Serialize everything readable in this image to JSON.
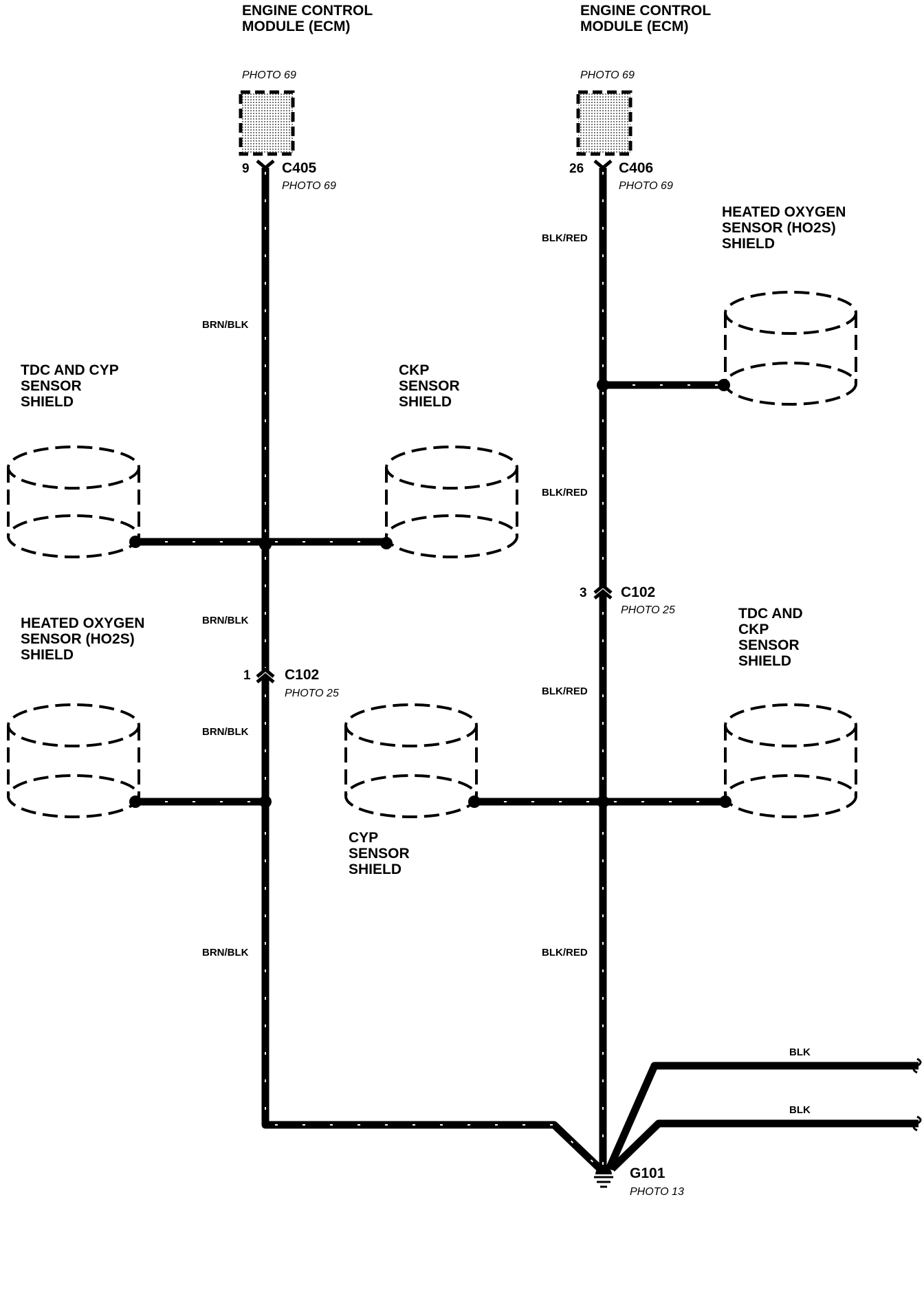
{
  "left_ecm": {
    "title_line1": "ENGINE CONTROL",
    "title_line2": "MODULE (ECM)",
    "photo": "PHOTO 69",
    "pin": "9",
    "connector": "C405",
    "connector_photo": "PHOTO 69"
  },
  "right_ecm": {
    "title_line1": "ENGINE CONTROL",
    "title_line2": "MODULE (ECM)",
    "photo": "PHOTO 69",
    "pin": "26",
    "connector": "C406",
    "connector_photo": "PHOTO 69"
  },
  "left_wire_labels": [
    "BRN/BLK",
    "BRN/BLK",
    "BRN/BLK",
    "BRN/BLK"
  ],
  "right_wire_labels": [
    "BLK/RED",
    "BLK/RED",
    "BLK/RED",
    "BLK/RED"
  ],
  "left_c102": {
    "pin": "1",
    "connector": "C102",
    "photo": "PHOTO 25"
  },
  "right_c102": {
    "pin": "3",
    "connector": "C102",
    "photo": "PHOTO 25"
  },
  "shields": {
    "tdc_cyp": [
      "TDC AND CYP",
      "SENSOR",
      "SHIELD"
    ],
    "ckp": [
      "CKP",
      "SENSOR",
      "SHIELD"
    ],
    "ho2s_left": [
      "HEATED OXYGEN",
      "SENSOR (HO2S)",
      "SHIELD"
    ],
    "ho2s_right": [
      "HEATED OXYGEN",
      "SENSOR (HO2S)",
      "SHIELD"
    ],
    "cyp": [
      "CYP",
      "SENSOR",
      "SHIELD"
    ],
    "tdc_ckp": [
      "TDC AND",
      "CKP",
      "SENSOR",
      "SHIELD"
    ]
  },
  "ground": {
    "name": "G101",
    "photo": "PHOTO 13"
  },
  "blk_labels": [
    "BLK",
    "BLK"
  ],
  "icons": {
    "connector": "connector-chevron-icon",
    "ground": "ground-icon",
    "ecm": "ecm-module-icon"
  }
}
